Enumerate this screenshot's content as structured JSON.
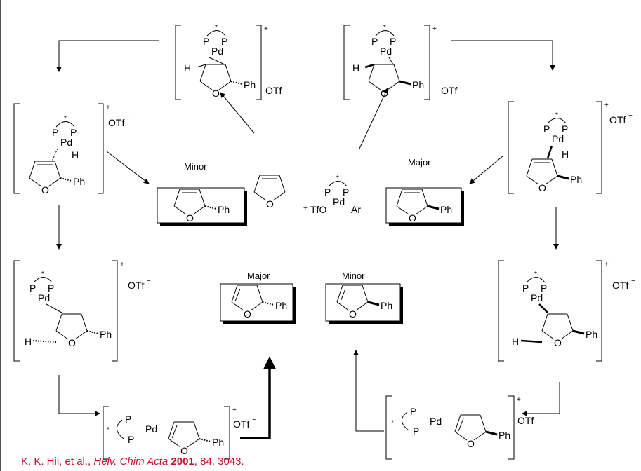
{
  "atoms": {
    "P": "P",
    "Pd": "Pd",
    "H": "H",
    "O": "O",
    "Ph": "Ph",
    "OTf": "OTf",
    "minus": "−",
    "plus": "+",
    "star": "*",
    "TfO": "TfO",
    "Ar": "Ar"
  },
  "labels": {
    "minor": "Minor",
    "major": "Major"
  },
  "citation": {
    "authors": "K. K. Hii, et al.,",
    "journal": "Helv. Chim Acta",
    "year": "2001",
    "rest": ", 84, 3043.",
    "color": "#c8102e"
  }
}
